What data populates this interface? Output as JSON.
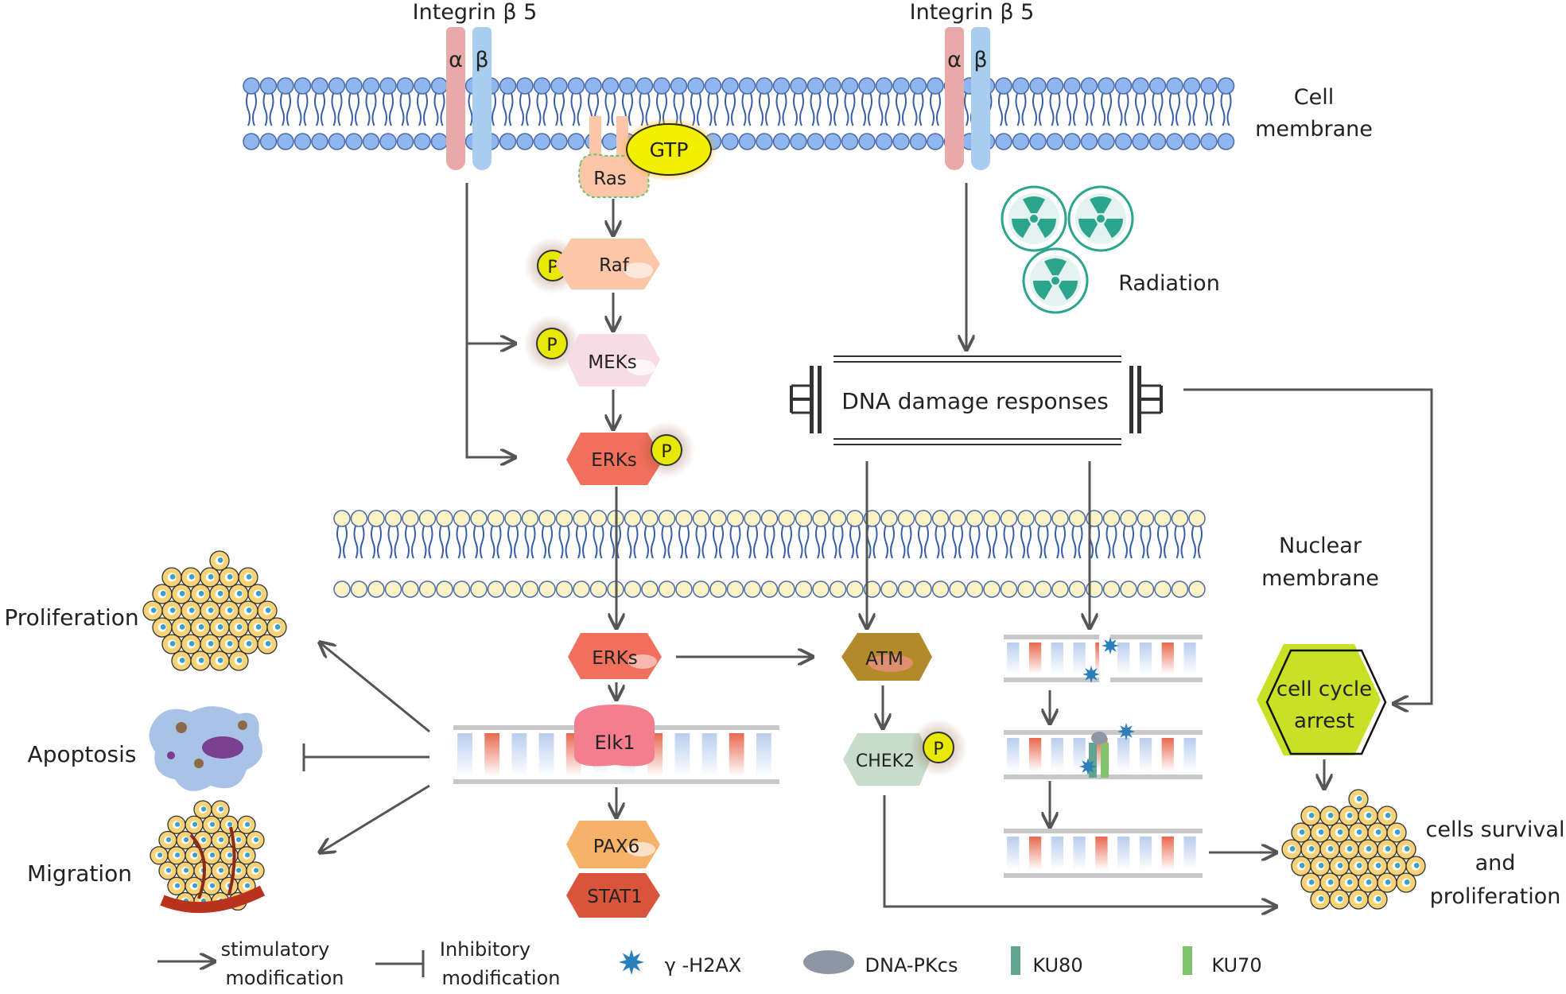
{
  "integrins": {
    "left": "Integrin  β 5",
    "right": "Integrin  β 5",
    "alpha": "α",
    "beta": "β"
  },
  "membranes": {
    "cell_line1": "Cell",
    "cell_line2": "membrane",
    "nuclear_line1": "Nuclear",
    "nuclear_line2": "membrane"
  },
  "proteins": {
    "gtp": "GTP",
    "ras": "Ras",
    "raf": "Raf",
    "meks": "MEKs",
    "erks_cyto": "ERKs",
    "erks_nuc": "ERKs",
    "elk1": "Elk1",
    "pax6": "PAX6",
    "stat1": "STAT1",
    "atm": "ATM",
    "chek2": "CHEK2",
    "p": "P"
  },
  "radiation": "Radiation",
  "dna_damage": "DNA damage responses",
  "cell_cycle": {
    "line1": "cell cycle",
    "line2": "arrest"
  },
  "outcomes": {
    "proliferation": "Proliferation",
    "apoptosis": "Apoptosis",
    "migration": "Migration",
    "survival_line1": "cells survival",
    "survival_line2": "and",
    "survival_line3": "proliferation"
  },
  "legend": {
    "stim1": "stimulatory",
    "stim2": "modification",
    "inhib1": "Inhibitory",
    "inhib2": "modification",
    "h2ax": "γ -H2AX",
    "dnapkcs": "DNA-PKcs",
    "ku80": "KU80",
    "ku70": "KU70"
  },
  "colors": {
    "arrow": "#555555",
    "cell_membrane_head": "#8fb6ee",
    "nuclear_membrane_head": "#fbf3c4",
    "ras_raf": "#fcc6a8",
    "meks": "#f7dce6",
    "erks": "#f0705c",
    "elk1": "#f27e8e",
    "pax6": "#f7b26a",
    "stat1": "#d9543a",
    "atm": "#b38a2a",
    "chek2": "#c8dccb",
    "phospho": "#e8e800",
    "radiation": "#2ca58d",
    "cell_cycle": "#c8e025"
  }
}
